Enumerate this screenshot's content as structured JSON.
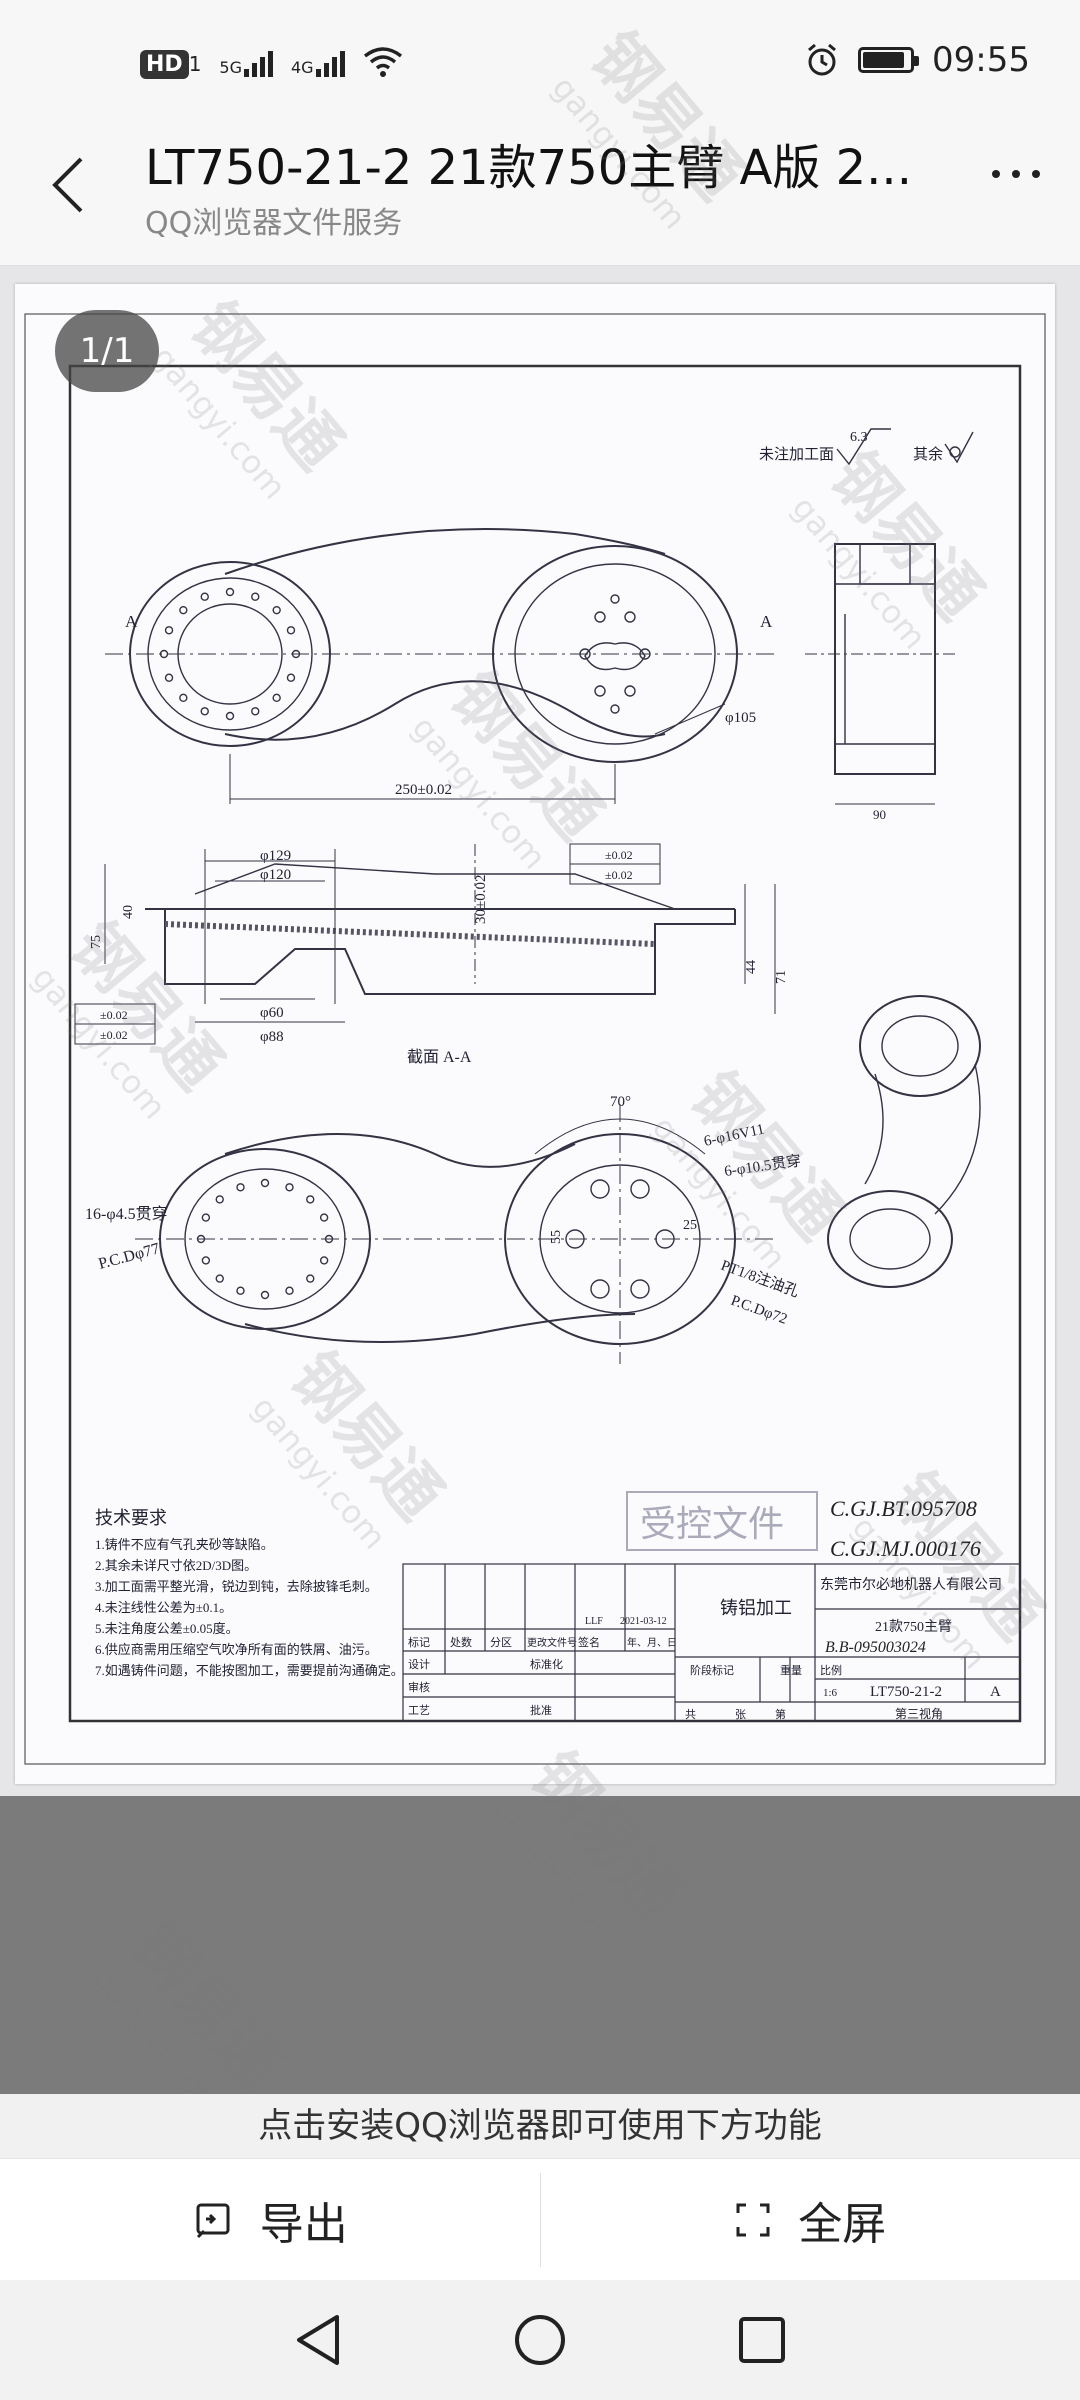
{
  "status_bar": {
    "hd_label": "HD",
    "sim": "1",
    "net_1": "5G",
    "net_2": "4G",
    "time": "09:55",
    "battery_level": 0.9
  },
  "header": {
    "title": "LT750-21-2 21款750主臂  A版 2...",
    "subtitle": "QQ浏览器文件服务"
  },
  "viewer": {
    "page_indicator": "1/1"
  },
  "drawing": {
    "rough_label": "未注加工面",
    "rough_value": "6.3",
    "rest_label": "其余",
    "dim_a": "A",
    "dim_250": "250±0.02",
    "dim_phi105": "φ105",
    "dim_90": "90",
    "dim_phi129": "φ129",
    "dim_phi120": "φ120",
    "dim_30": "30±0.02",
    "dim_40": "40",
    "dim_75": "75",
    "dim_44": "44",
    "dim_71": "71",
    "dim_phi60": "φ60",
    "dim_phi88": "φ88",
    "tol_flat": "±0.02",
    "section_label": "截面 A-A",
    "dim_70deg": "70°",
    "hole_1": "6-φ16V11",
    "hole_2": "6-φ10.5贯穿",
    "hole_3": "16-φ4.5贯穿",
    "pcd_77": "P.C.Dφ77",
    "pt_hole": "PT1/8注油孔",
    "pcd_72": "P.C.Dφ72",
    "dim_55": "55",
    "dim_25": "25",
    "tech_title": "技术要求",
    "tech_notes": [
      "1.铸件不应有气孔夹砂等缺陷。",
      "2.其余未详尺寸依2D/3D图。",
      "3.加工面需平整光滑，锐边到钝，去除披锋毛刺。",
      "4.未注线性公差为±0.1。",
      "5.未注角度公差±0.05度。",
      "6.供应商需用压缩空气吹净所有面的铁屑、油污。",
      "7.如遇铸件问题，不能按图加工，需要提前沟通确定。"
    ],
    "controlled_stamp": "受控文件",
    "handwritten_1": "C.GJ.BT.095708",
    "handwritten_2": "C.GJ.MJ.000176",
    "handwritten_3": "B.B-095003024",
    "process": "铸铝加工",
    "company": "东莞市尔必地机器人有限公司",
    "part_name": "21款750主臂",
    "part_no": "LT750-21-2",
    "version": "A",
    "scale_label": "比例",
    "scale": "1:6",
    "weight_label": "重量",
    "stage_label": "阶段标记",
    "mark": "标记",
    "count": "处数",
    "zone": "分区",
    "change_no": "更改文件号",
    "sign": "签名",
    "date_col": "年、月、日",
    "designer": "设计",
    "standard": "标准化",
    "review": "审核",
    "craft": "工艺",
    "approve": "批准",
    "author": "LLF",
    "date": "2021-03-12",
    "total": "共",
    "sheets": "张",
    "sheet_no": "第",
    "projection": "第三视角"
  },
  "watermark": {
    "text": "钢易通",
    "url": "gangyi.com"
  },
  "banner": {
    "install_text": "点击安装QQ浏览器即可使用下方功能"
  },
  "actions": {
    "export_label": "导出",
    "fullscreen_label": "全屏"
  }
}
